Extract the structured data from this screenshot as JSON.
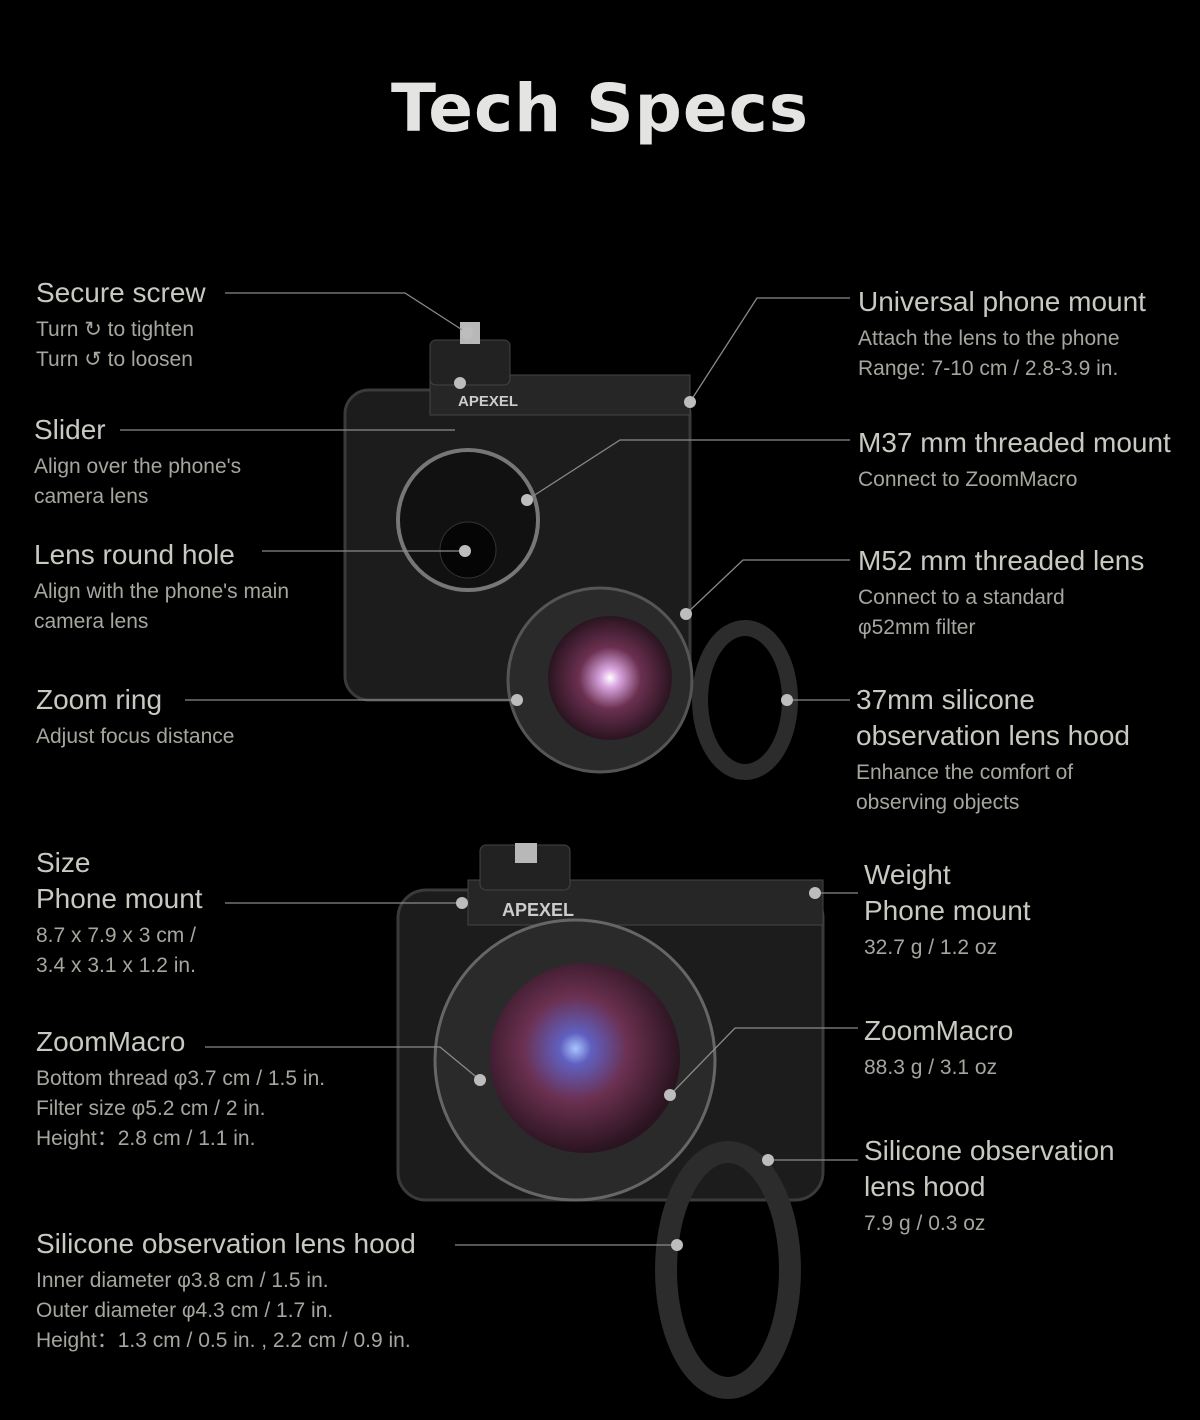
{
  "title": "Tech Specs",
  "brand": "APEXEL",
  "top_left": [
    {
      "heading": [
        "Secure screw"
      ],
      "lines": [
        "Turn ↻ to tighten",
        "Turn ↺  to loosen"
      ]
    },
    {
      "heading": [
        "Slider"
      ],
      "lines": [
        "Align over the phone's",
        "camera lens"
      ]
    },
    {
      "heading": [
        "Lens round hole"
      ],
      "lines": [
        "Align with the phone's main",
        "camera lens"
      ]
    },
    {
      "heading": [
        "Zoom ring"
      ],
      "lines": [
        "Adjust focus distance"
      ]
    }
  ],
  "top_right": [
    {
      "heading": [
        "Universal phone mount"
      ],
      "lines": [
        "Attach the lens to the phone",
        "Range: 7-10 cm / 2.8-3.9 in."
      ]
    },
    {
      "heading": [
        "M37 mm threaded mount"
      ],
      "lines": [
        "Connect to ZoomMacro"
      ]
    },
    {
      "heading": [
        "M52 mm threaded lens"
      ],
      "lines": [
        "Connect to a standard",
        "φ52mm filter"
      ]
    },
    {
      "heading": [
        "37mm silicone",
        "observation lens hood"
      ],
      "lines": [
        "Enhance the comfort of",
        "observing objects"
      ]
    }
  ],
  "bottom_left": [
    {
      "heading": [
        "Size",
        "Phone mount"
      ],
      "lines": [
        "8.7 x 7.9 x 3 cm /",
        "3.4 x 3.1 x 1.2 in."
      ]
    },
    {
      "heading": [
        "ZoomMacro"
      ],
      "lines": [
        "Bottom thread φ3.7 cm / 1.5 in.",
        "Filter size φ5.2 cm / 2 in.",
        "Height：2.8 cm / 1.1 in."
      ]
    },
    {
      "heading": [
        "Silicone observation lens hood"
      ],
      "lines": [
        "Inner diameter φ3.8 cm / 1.5 in.",
        "Outer diameter φ4.3 cm / 1.7 in.",
        "Height：1.3 cm / 0.5 in. , 2.2 cm / 0.9 in."
      ]
    }
  ],
  "bottom_right": [
    {
      "heading": [
        "Weight",
        "Phone mount"
      ],
      "lines": [
        "32.7 g / 1.2 oz"
      ]
    },
    {
      "heading": [
        "ZoomMacro"
      ],
      "lines": [
        "88.3 g / 3.1 oz"
      ]
    },
    {
      "heading": [
        "Silicone observation",
        "lens hood"
      ],
      "lines": [
        "7.9 g / 0.3 oz"
      ]
    }
  ]
}
